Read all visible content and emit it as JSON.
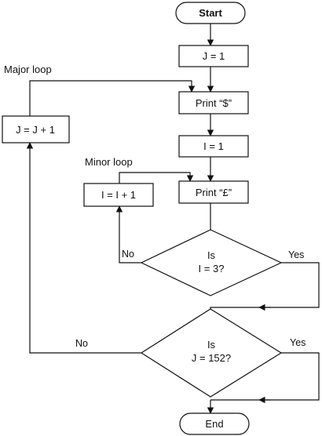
{
  "flowchart": {
    "start": "Start",
    "end": "End",
    "set_j": "J = 1",
    "print_dollar": "Print “$”",
    "set_i": "I = 1",
    "print_pound": "Print “£”",
    "increment_i": "I = I + 1",
    "increment_j": "J = J + 1",
    "decision_i": {
      "line1": "Is",
      "line2": "I = 3?",
      "yes": "Yes",
      "no": "No"
    },
    "decision_j": {
      "line1": "Is",
      "line2": "J = 152?",
      "yes": "Yes",
      "no": "No"
    },
    "major_loop_label": "Major loop",
    "minor_loop_label": "Minor loop"
  }
}
